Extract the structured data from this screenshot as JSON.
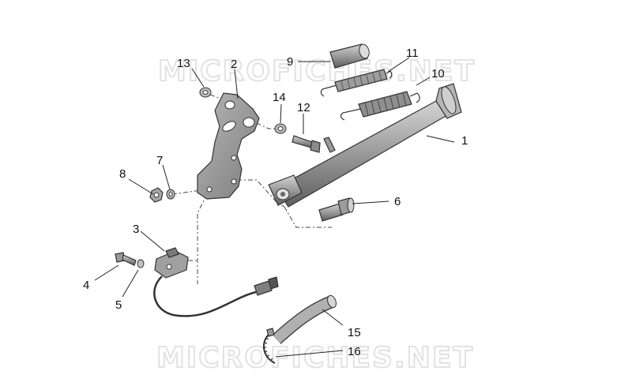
{
  "watermark": {
    "text": "MICROFICHES.NET"
  },
  "callouts": [
    "1",
    "2",
    "3",
    "4",
    "5",
    "6",
    "7",
    "8",
    "9",
    "10",
    "11",
    "12",
    "13",
    "14",
    "15",
    "16"
  ],
  "colors": {
    "ink": "#222222",
    "part_fill": "#a9a9a9",
    "part_dark": "#6f6f6f",
    "watermark": "#e2e2e2"
  }
}
